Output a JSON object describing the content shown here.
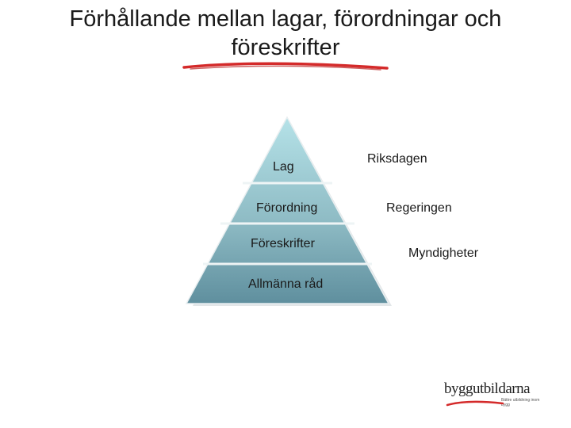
{
  "title": {
    "line1": "Förhållande mellan lagar, förordningar och",
    "line2": "föreskrifter"
  },
  "colors": {
    "accent_red": "#d42a2a",
    "pyramid_top": "#b5e2e8",
    "pyramid_bottom": "#5f8f9e"
  },
  "pyramid": {
    "levels": [
      "Lag",
      "Förordning",
      "Föreskrifter",
      "Allmänna råd"
    ]
  },
  "authorities": [
    "Riksdagen",
    "Regeringen",
    "Myndigheter"
  ],
  "logo": {
    "wordmark": "byggutbildarna",
    "tagline": "Bättre utbildning inom bygg"
  }
}
